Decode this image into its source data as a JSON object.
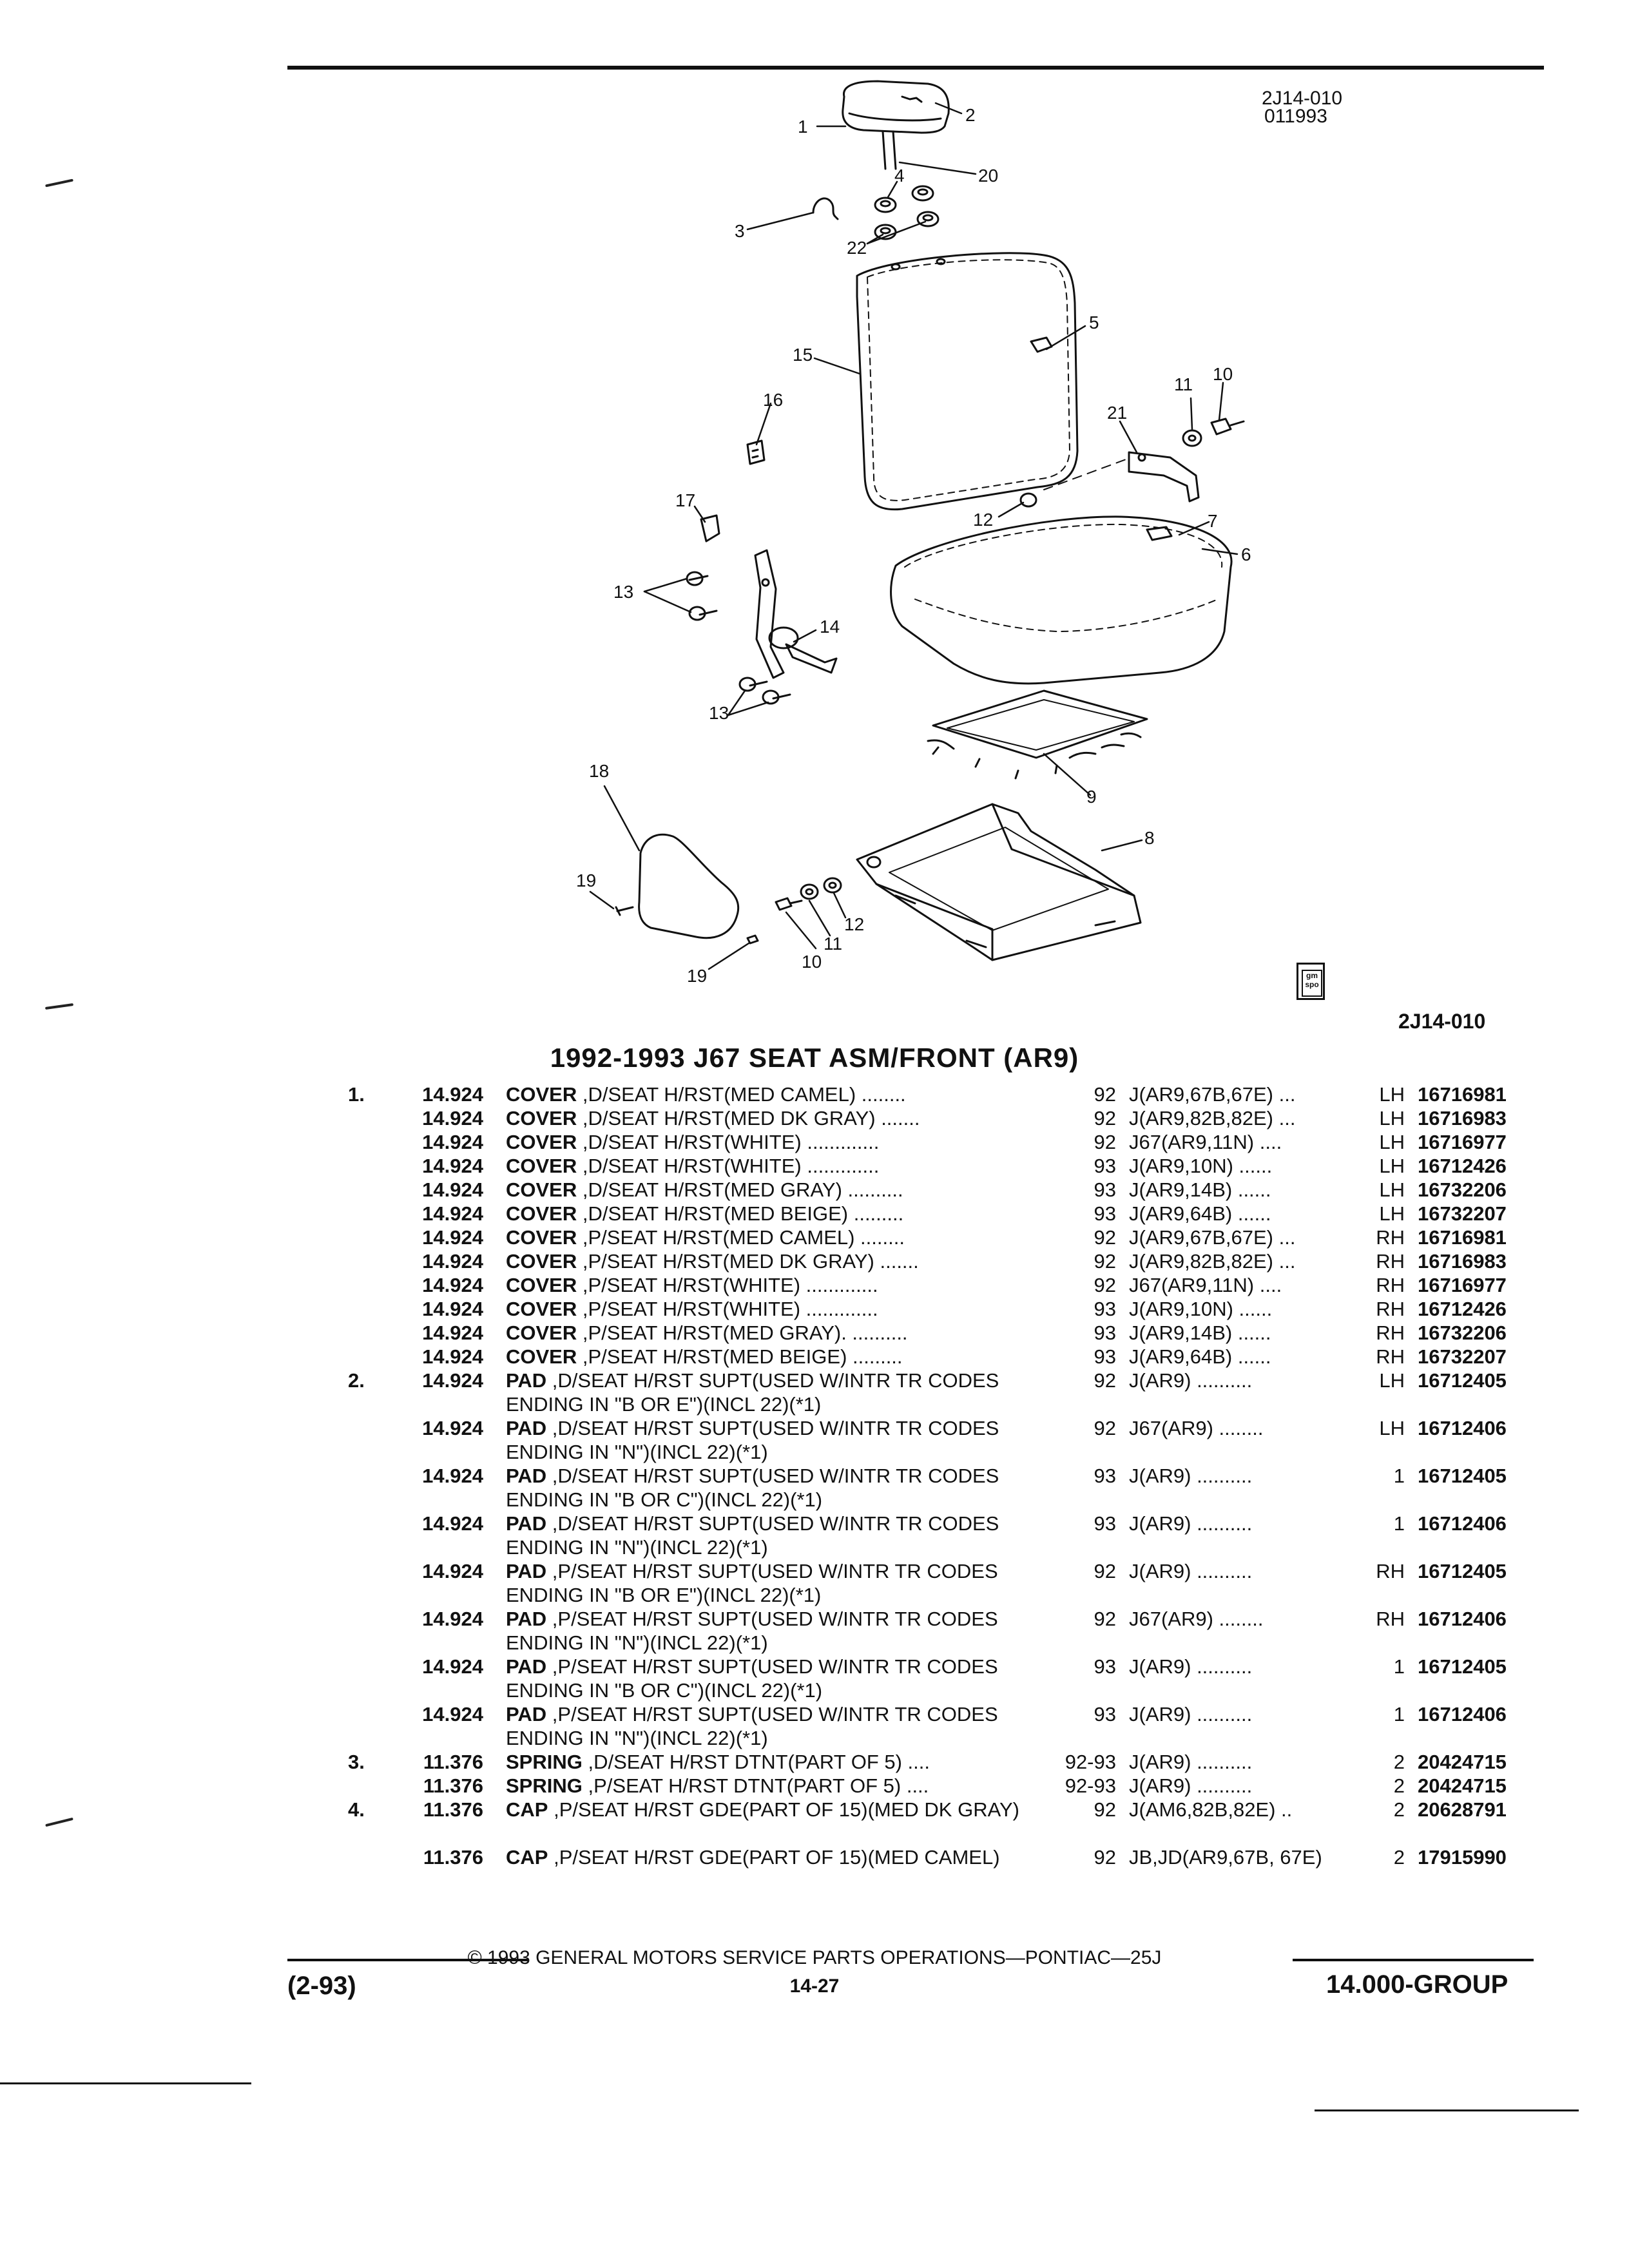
{
  "header": {
    "illustration_code": "2J14-010",
    "illustration_date": "011993",
    "illustration_caption": "2J14-010"
  },
  "illustration": {
    "callouts": [
      "1",
      "2",
      "20",
      "3",
      "4",
      "22",
      "5",
      "15",
      "16",
      "10",
      "11",
      "21",
      "17",
      "12",
      "7",
      "6",
      "13",
      "14",
      "13",
      "9",
      "18",
      "8",
      "19",
      "12",
      "11",
      "10",
      "19"
    ]
  },
  "section": {
    "title": "1992-1993 J67 SEAT ASM/FRONT (AR9)"
  },
  "parts": [
    {
      "item": "1.",
      "group": "14.924",
      "name": "COVER",
      "detail": ",D/SEAT H/RST(MED CAMEL) ........",
      "year": "92",
      "model": "J(AR9,67B,67E) ...",
      "qty": "LH",
      "part": "16716981"
    },
    {
      "item": "",
      "group": "14.924",
      "name": "COVER",
      "detail": ",D/SEAT H/RST(MED DK GRAY) .......",
      "year": "92",
      "model": "J(AR9,82B,82E) ...",
      "qty": "LH",
      "part": "16716983"
    },
    {
      "item": "",
      "group": "14.924",
      "name": "COVER",
      "detail": ",D/SEAT H/RST(WHITE) .............",
      "year": "92",
      "model": "J67(AR9,11N) ....",
      "qty": "LH",
      "part": "16716977"
    },
    {
      "item": "",
      "group": "14.924",
      "name": "COVER",
      "detail": ",D/SEAT H/RST(WHITE) .............",
      "year": "93",
      "model": "J(AR9,10N) ......",
      "qty": "LH",
      "part": "16712426"
    },
    {
      "item": "",
      "group": "14.924",
      "name": "COVER",
      "detail": ",D/SEAT H/RST(MED GRAY) ..........",
      "year": "93",
      "model": "J(AR9,14B) ......",
      "qty": "LH",
      "part": "16732206"
    },
    {
      "item": "",
      "group": "14.924",
      "name": "COVER",
      "detail": ",D/SEAT H/RST(MED BEIGE) .........",
      "year": "93",
      "model": "J(AR9,64B) ......",
      "qty": "LH",
      "part": "16732207"
    },
    {
      "item": "",
      "group": "14.924",
      "name": "COVER",
      "detail": ",P/SEAT H/RST(MED CAMEL) ........",
      "year": "92",
      "model": "J(AR9,67B,67E) ...",
      "qty": "RH",
      "part": "16716981"
    },
    {
      "item": "",
      "group": "14.924",
      "name": "COVER",
      "detail": ",P/SEAT H/RST(MED DK GRAY) .......",
      "year": "92",
      "model": "J(AR9,82B,82E) ...",
      "qty": "RH",
      "part": "16716983"
    },
    {
      "item": "",
      "group": "14.924",
      "name": "COVER",
      "detail": ",P/SEAT H/RST(WHITE) .............",
      "year": "92",
      "model": "J67(AR9,11N) ....",
      "qty": "RH",
      "part": "16716977"
    },
    {
      "item": "",
      "group": "14.924",
      "name": "COVER",
      "detail": ",P/SEAT H/RST(WHITE) .............",
      "year": "93",
      "model": "J(AR9,10N) ......",
      "qty": "RH",
      "part": "16712426"
    },
    {
      "item": "",
      "group": "14.924",
      "name": "COVER",
      "detail": ",P/SEAT H/RST(MED GRAY). ..........",
      "year": "93",
      "model": "J(AR9,14B) ......",
      "qty": "RH",
      "part": "16732206"
    },
    {
      "item": "",
      "group": "14.924",
      "name": "COVER",
      "detail": ",P/SEAT H/RST(MED BEIGE) .........",
      "year": "93",
      "model": "J(AR9,64B) ......",
      "qty": "RH",
      "part": "16732207"
    },
    {
      "item": "2.",
      "group": "14.924",
      "name": "PAD",
      "detail": ",D/SEAT H/RST SUPT(USED W/INTR TR CODES ENDING IN \"B OR E\")(INCL 22)(*1)",
      "year": "92",
      "model": "J(AR9) ..........",
      "qty": "LH",
      "part": "16712405",
      "wrap": true
    },
    {
      "item": "",
      "group": "14.924",
      "name": "PAD",
      "detail": ",D/SEAT H/RST SUPT(USED W/INTR TR CODES ENDING IN \"N\")(INCL 22)(*1)",
      "year": "92",
      "model": "J67(AR9) ........",
      "qty": "LH",
      "part": "16712406",
      "wrap": true
    },
    {
      "item": "",
      "group": "14.924",
      "name": "PAD",
      "detail": ",D/SEAT H/RST SUPT(USED W/INTR TR CODES ENDING IN \"B OR C\")(INCL 22)(*1)",
      "year": "93",
      "model": "J(AR9) ..........",
      "qty": "1",
      "part": "16712405",
      "wrap": true
    },
    {
      "item": "",
      "group": "14.924",
      "name": "PAD",
      "detail": ",D/SEAT H/RST SUPT(USED W/INTR TR CODES ENDING IN \"N\")(INCL 22)(*1)",
      "year": "93",
      "model": "J(AR9) ..........",
      "qty": "1",
      "part": "16712406",
      "wrap": true
    },
    {
      "item": "",
      "group": "14.924",
      "name": "PAD",
      "detail": ",P/SEAT H/RST SUPT(USED W/INTR TR CODES ENDING IN \"B OR E\")(INCL 22)(*1)",
      "year": "92",
      "model": "J(AR9) ..........",
      "qty": "RH",
      "part": "16712405",
      "wrap": true
    },
    {
      "item": "",
      "group": "14.924",
      "name": "PAD",
      "detail": ",P/SEAT H/RST SUPT(USED W/INTR TR CODES ENDING IN \"N\")(INCL 22)(*1)",
      "year": "92",
      "model": "J67(AR9) ........",
      "qty": "RH",
      "part": "16712406",
      "wrap": true
    },
    {
      "item": "",
      "group": "14.924",
      "name": "PAD",
      "detail": ",P/SEAT H/RST SUPT(USED W/INTR TR CODES ENDING IN \"B OR C\")(INCL 22)(*1)",
      "year": "93",
      "model": "J(AR9) ..........",
      "qty": "1",
      "part": "16712405",
      "wrap": true
    },
    {
      "item": "",
      "group": "14.924",
      "name": "PAD",
      "detail": ",P/SEAT H/RST SUPT(USED W/INTR TR CODES ENDING IN \"N\")(INCL 22)(*1)",
      "year": "93",
      "model": "J(AR9) ..........",
      "qty": "1",
      "part": "16712406",
      "wrap": true
    },
    {
      "item": "3.",
      "group": "11.376",
      "name": "SPRING",
      "detail": ",D/SEAT H/RST DTNT(PART OF 5) ....",
      "year": "92-93",
      "model": "J(AR9) ..........",
      "qty": "2",
      "part": "20424715"
    },
    {
      "item": "",
      "group": "11.376",
      "name": "SPRING",
      "detail": ",P/SEAT H/RST DTNT(PART OF 5) ....",
      "year": "92-93",
      "model": "J(AR9) ..........",
      "qty": "2",
      "part": "20424715"
    },
    {
      "item": "4.",
      "group": "11.376",
      "name": "CAP",
      "detail": ",P/SEAT H/RST GDE(PART OF 15)(MED DK GRAY)",
      "year": "92",
      "model": "J(AM6,82B,82E) ..",
      "qty": "2",
      "part": "20628791",
      "wrap": true
    },
    {
      "item": "",
      "group": "11.376",
      "name": "CAP",
      "detail": ",P/SEAT H/RST GDE(PART OF 15)(MED CAMEL)",
      "year": "92",
      "model": "JB,JD(AR9,67B, 67E)",
      "qty": "2",
      "part": "17915990",
      "wrap": true
    }
  ],
  "footer": {
    "copyright": "© 1993 GENERAL MOTORS SERVICE PARTS OPERATIONS—PONTIAC—25J",
    "date_code": "(2-93)",
    "page": "14-27",
    "group": "14.000-GROUP",
    "logo_text": "gm spo"
  }
}
